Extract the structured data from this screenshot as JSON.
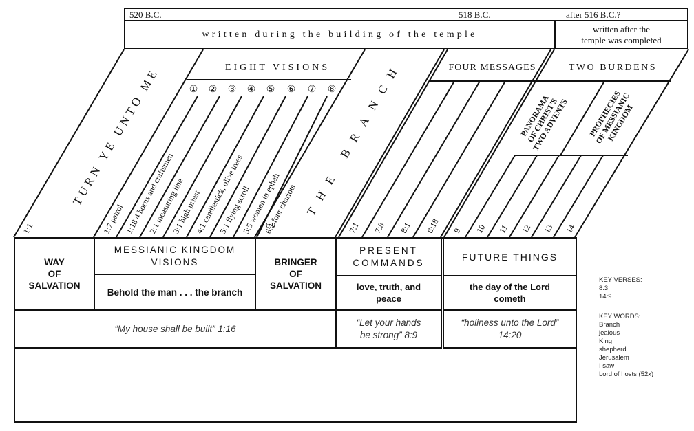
{
  "timeline": {
    "date_start": "520 B.C.",
    "date_mid": "518 B.C.",
    "date_end": "after 516 B.C.?",
    "written_during": "written during the building of the temple",
    "written_after_line1": "written after the",
    "written_after_line2": "temple was completed"
  },
  "sections": {
    "turn": "TURN YE UNTO ME",
    "eight_visions": "EIGHT VISIONS",
    "branch": "THE BRANCH",
    "four_messages": "FOUR MESSAGES",
    "two_burdens": "TWO BURDENS",
    "panorama_line1": "PANORAMA",
    "panorama_line2": "OF CHRIST'S",
    "panorama_line3": "TWO ADVENTS",
    "prophecies_line1": "PROPHECIES",
    "prophecies_line2": "OF MESSIANIC",
    "prophecies_line3": "KINGDOM"
  },
  "vision_numbers": [
    "①",
    "②",
    "③",
    "④",
    "⑤",
    "⑥",
    "⑦",
    "⑧"
  ],
  "refs": {
    "start": "1:1",
    "visions": [
      "1:7 patrol",
      "1:18 4 horns and craftsmen",
      "2:1 measuring line",
      "3:1 high priest",
      "4:1 candlestick, olive trees",
      "5:1 flying scroll",
      "5:5 women in ephah",
      "6:1 four chariots"
    ],
    "branch_ref": "6:9",
    "messages": [
      "7:1",
      "7:8",
      "8:1",
      "8:18"
    ],
    "chapters": [
      "9",
      "10",
      "11",
      "12",
      "13",
      "14"
    ]
  },
  "boxes": {
    "way_l1": "WAY",
    "way_l2": "OF",
    "way_l3": "SALVATION",
    "messianic_l1": "MESSIANIC KINGDOM",
    "messianic_l2": "VISIONS",
    "behold": "Behold the man . . . the branch",
    "bringer_l1": "BRINGER",
    "bringer_l2": "OF",
    "bringer_l3": "SALVATION",
    "present_l1": "PRESENT",
    "present_l2": "COMMANDS",
    "love_l1": "love, truth, and",
    "love_l2": "peace",
    "future": "FUTURE THINGS",
    "day_l1": "the day of the Lord",
    "day_l2": "cometh",
    "house_quote": "“My house shall be built”  1:16",
    "hands_l1": "“Let your hands",
    "hands_l2": "be strong” 8:9",
    "holiness_l1": "“holiness unto the Lord”",
    "holiness_l2": "14:20"
  },
  "key_verses": {
    "heading": "KEY VERSES:",
    "items": [
      "8:3",
      "14:9"
    ]
  },
  "key_words": {
    "heading": "KEY WORDS:",
    "items": [
      "Branch",
      "jealous",
      "King",
      "shepherd",
      "Jerusalem",
      "I saw",
      "Lord of hosts (52x)"
    ]
  }
}
